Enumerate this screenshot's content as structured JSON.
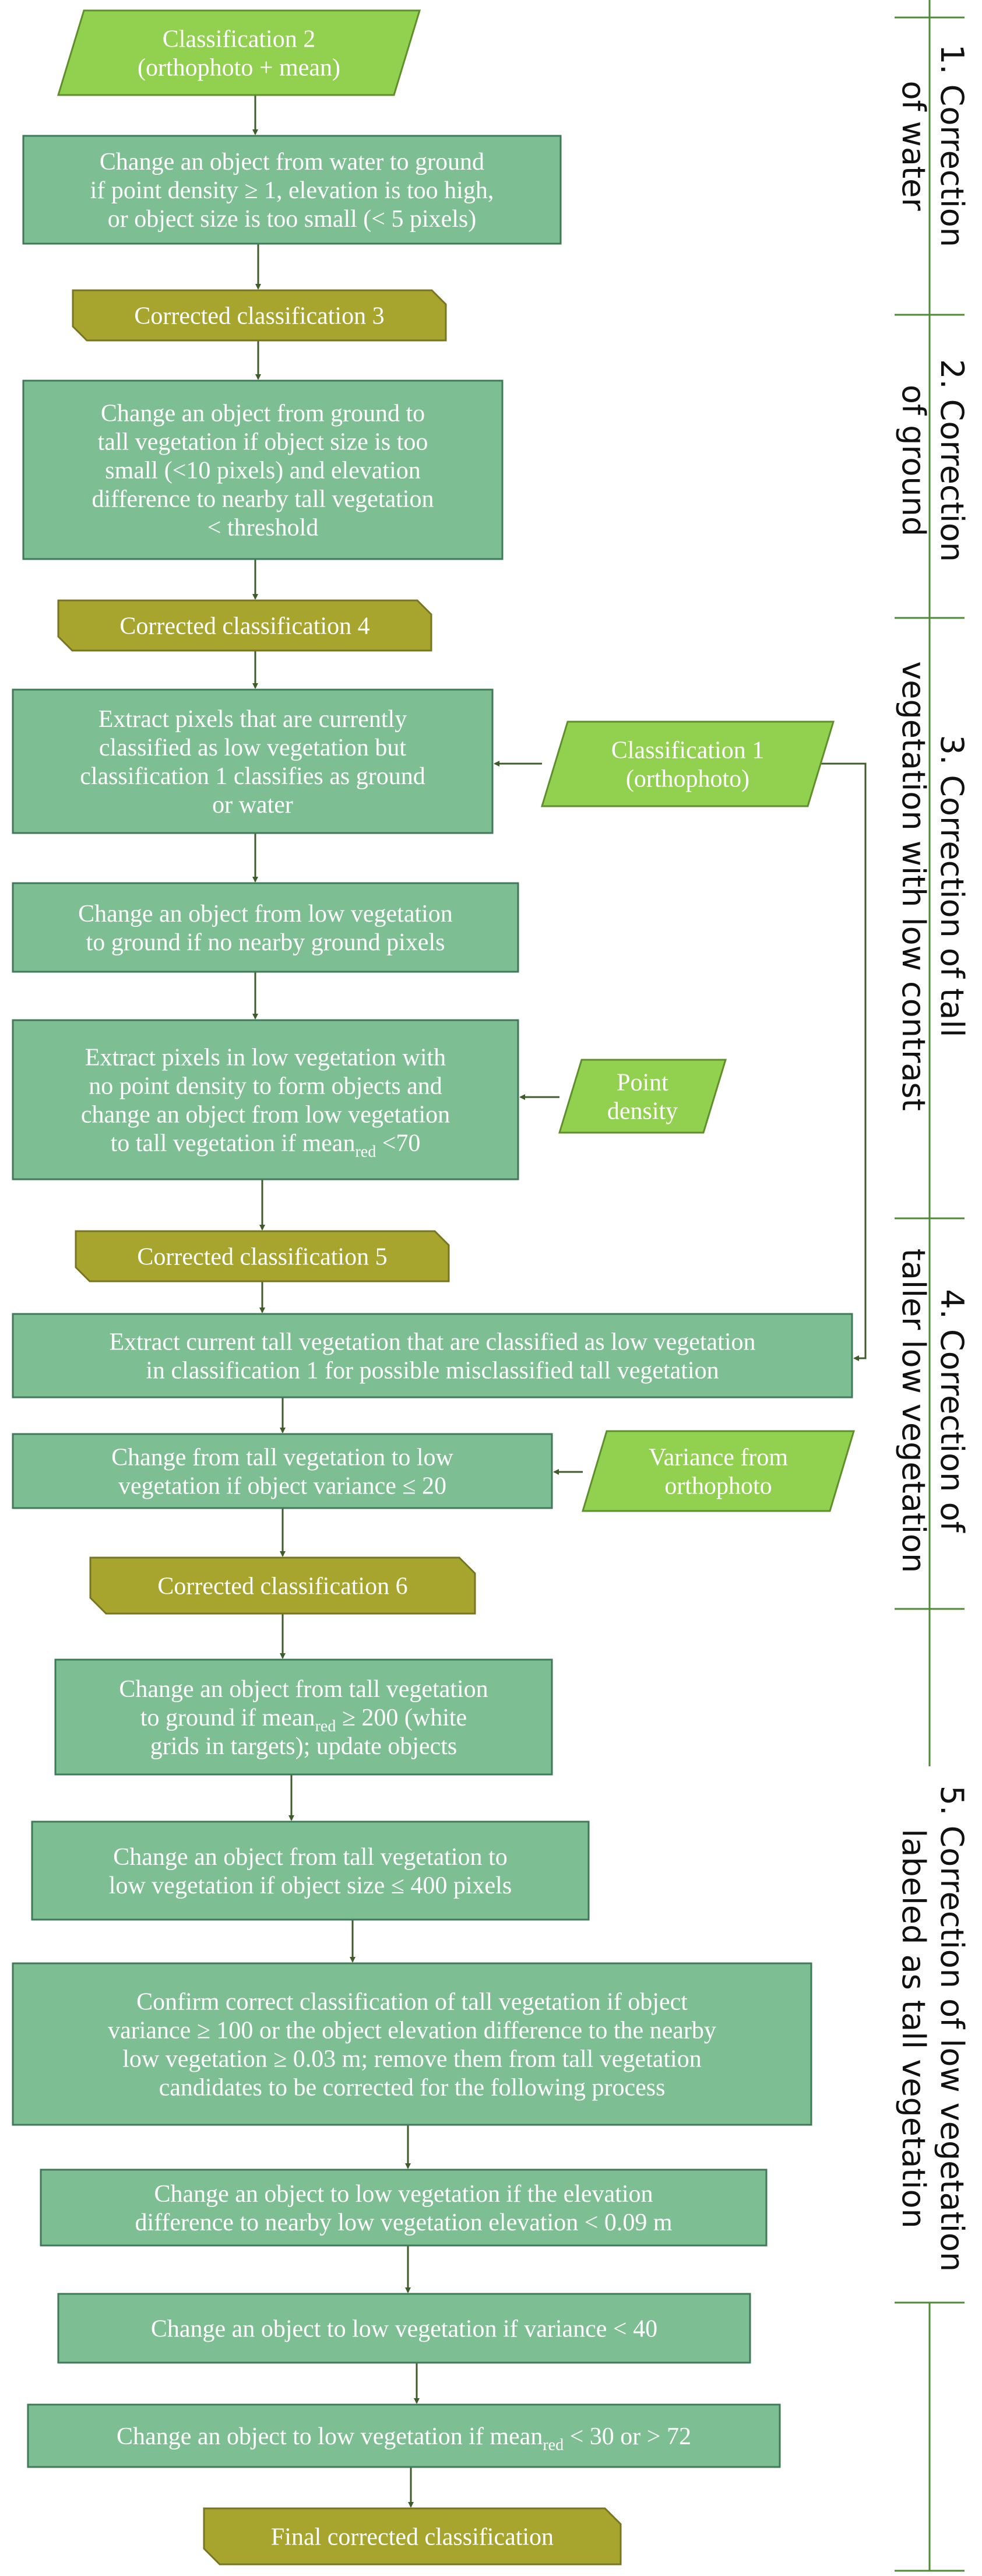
{
  "colors": {
    "process_fill": "#7dbf93",
    "process_stroke": "#3f7a58",
    "input_fill": "#92d050",
    "input_stroke": "#5e8f2a",
    "result_fill": "#a7a52d",
    "result_stroke": "#777522",
    "arrow": "#3e5b2a",
    "text": "#ffffff",
    "section_line": "#4f8a36"
  },
  "nodes": {
    "n1": {
      "lines": [
        "Classification 2",
        "(orthophoto + mean)"
      ]
    },
    "n2": {
      "lines": [
        "Change an object from water to ground",
        "if point density ≥ 1, elevation is too high,",
        "or object size is too small (< 5 pixels)"
      ]
    },
    "n3": {
      "lines": [
        "Corrected classification 3"
      ]
    },
    "n4": {
      "lines": [
        "Change an object from ground to",
        "tall vegetation if object size is too",
        "small (<10 pixels) and elevation",
        "difference to nearby tall vegetation",
        "< threshold"
      ]
    },
    "n5": {
      "lines": [
        "Corrected classification 4"
      ]
    },
    "n6": {
      "lines": [
        "Extract pixels that are currently",
        "classified as low vegetation but",
        "classification 1 classifies as ground",
        "or water"
      ]
    },
    "n7": {
      "lines": [
        "Classification 1",
        "(orthophoto)"
      ]
    },
    "n8": {
      "lines": [
        "Change an object from low vegetation",
        "to ground if no nearby ground pixels"
      ]
    },
    "n9": {
      "lines": [
        "Extract pixels in low vegetation with",
        "no point density to form objects and",
        "change an object from low vegetation"
      ],
      "last_line": {
        "prefix": "to tall vegetation if mean",
        "sub": "red",
        "suffix": " <70"
      }
    },
    "n10": {
      "lines": [
        "Point",
        "density"
      ]
    },
    "n11": {
      "lines": [
        "Corrected classification 5"
      ]
    },
    "n12": {
      "lines": [
        "Extract current tall vegetation that are classified as low vegetation",
        "in classification 1 for possible misclassified tall vegetation"
      ]
    },
    "n13": {
      "lines": [
        "Change from tall vegetation to low",
        "vegetation if object variance ≤ 20"
      ]
    },
    "n14": {
      "lines": [
        "Variance from",
        "orthophoto"
      ]
    },
    "n15": {
      "lines": [
        "Corrected classification 6"
      ]
    },
    "n16": {
      "line1": "Change an object from tall vegetation",
      "line2": {
        "prefix": "to ground if mean",
        "sub": "red",
        "suffix": " ≥ 200 (white"
      },
      "line3": "grids in targets); update objects"
    },
    "n17": {
      "lines": [
        "Change an object from tall vegetation to",
        "low vegetation if object size ≤ 400 pixels"
      ]
    },
    "n18": {
      "lines": [
        "Confirm correct classification of tall vegetation if object",
        "variance ≥ 100 or the object elevation difference to the nearby",
        "low vegetation ≥ 0.03 m; remove them from tall vegetation",
        "candidates to be corrected for the following process"
      ]
    },
    "n19": {
      "lines": [
        "Change an object to low vegetation if the elevation",
        "difference to nearby low vegetation elevation < 0.09 m"
      ]
    },
    "n20": {
      "lines": [
        "Change an object to low vegetation if variance < 40"
      ]
    },
    "n21": {
      "prefix": "Change an object to low vegetation if mean",
      "sub": "red",
      "suffix": " < 30 or > 72"
    },
    "n22": {
      "lines": [
        "Final corrected classification"
      ]
    }
  },
  "sections": [
    {
      "lines": [
        "1. Correction",
        "of water"
      ]
    },
    {
      "lines": [
        "2. Correction",
        "of ground"
      ]
    },
    {
      "lines": [
        "3. Correction of tall",
        "vegetation with low contrast"
      ]
    },
    {
      "lines": [
        "4. Correction of",
        "taller low vegetation"
      ]
    },
    {
      "lines": [
        "5. Correction of low vegetation",
        "labeled as tall vegetation"
      ]
    }
  ]
}
